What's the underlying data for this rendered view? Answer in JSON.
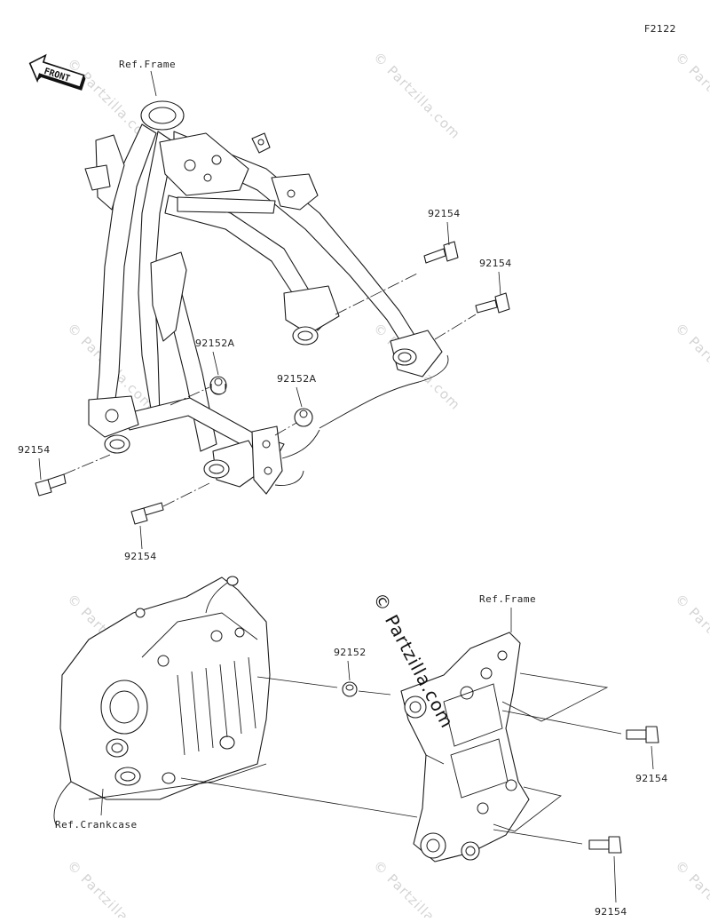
{
  "figure_code": "F2122",
  "front_label": "FRONT",
  "labels": {
    "ref_frame_top": "Ref.Frame",
    "ref_frame_lower": "Ref.Frame",
    "ref_crankcase": "Ref.Crankcase",
    "bolt_upper_right_1": "92154",
    "bolt_upper_right_2": "92154",
    "spacer_left": "92152A",
    "spacer_right": "92152A",
    "bolt_left": "92154",
    "bolt_lower_left": "92154",
    "collar_lower": "92152",
    "bolt_lower_right_1": "92154",
    "bolt_lower_right_2": "92154"
  },
  "watermark": "© Partzilla.com"
}
